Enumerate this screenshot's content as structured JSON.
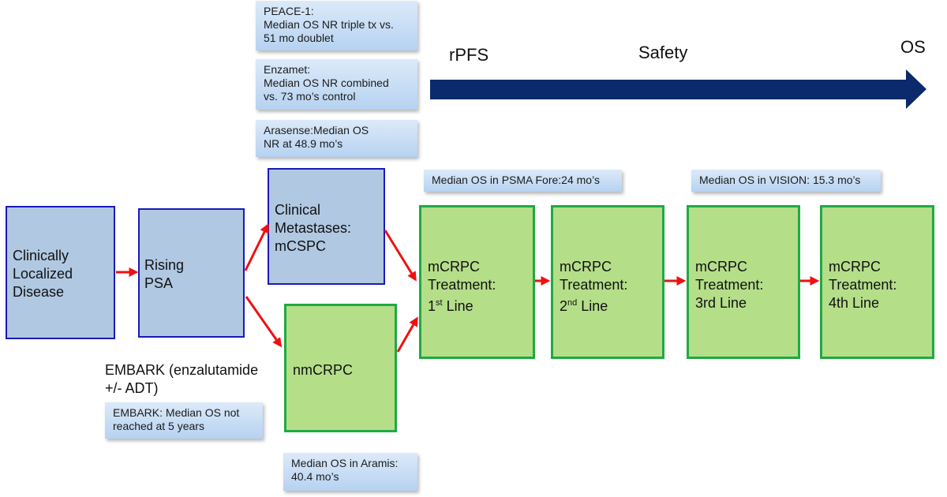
{
  "header": {
    "labels": [
      {
        "key": "rpfs",
        "text": "rPFS"
      },
      {
        "key": "safety",
        "text": "Safety"
      },
      {
        "key": "os",
        "text": "OS"
      }
    ]
  },
  "top_notes": {
    "peace1": "PEACE-1:\nMedian OS NR triple tx vs.\n51 mo doublet",
    "enzamet": "Enzamet:\nMedian OS NR combined\nvs. 73 mo’s control",
    "arasense": "Arasense:Median OS\nNR at 48.9 mo’s"
  },
  "side_notes": {
    "psma_fore": "Median OS in PSMA Fore:24 mo’s",
    "vision": "Median OS in VISION: 15.3 mo’s",
    "embark": "EMBARK: Median OS not\nreached at 5 years",
    "aramis": "Median OS in Aramis:\n40.4 mo’s"
  },
  "embark_title": "EMBARK (enzalutamide\n+/- ADT)",
  "stages": {
    "clinically_localized": "Clinically\nLocalized\nDisease",
    "rising_psa": "Rising\nPSA",
    "clinical_metastases": "Clinical\nMetastases:\nmCSPC",
    "nmcrpc": "nmCRPC",
    "line1": {
      "pre": "mCRPC\nTreatment:\n1",
      "sup": "st",
      "post": " Line"
    },
    "line2": {
      "pre": "mCRPC\nTreatment:\n2",
      "sup": "nd",
      "post": " Line"
    },
    "line3": "mCRPC\nTreatment:\n3rd Line",
    "line4": "mCRPC\nTreatment:\n4th Line"
  },
  "colors": {
    "arrow_navy": "#0b2a6b",
    "connector_red": "#ee1111",
    "blue_fill": "#b0c8e2",
    "blue_border": "#1a1ab8",
    "green_fill": "#b5de89",
    "green_border": "#1faa43"
  }
}
